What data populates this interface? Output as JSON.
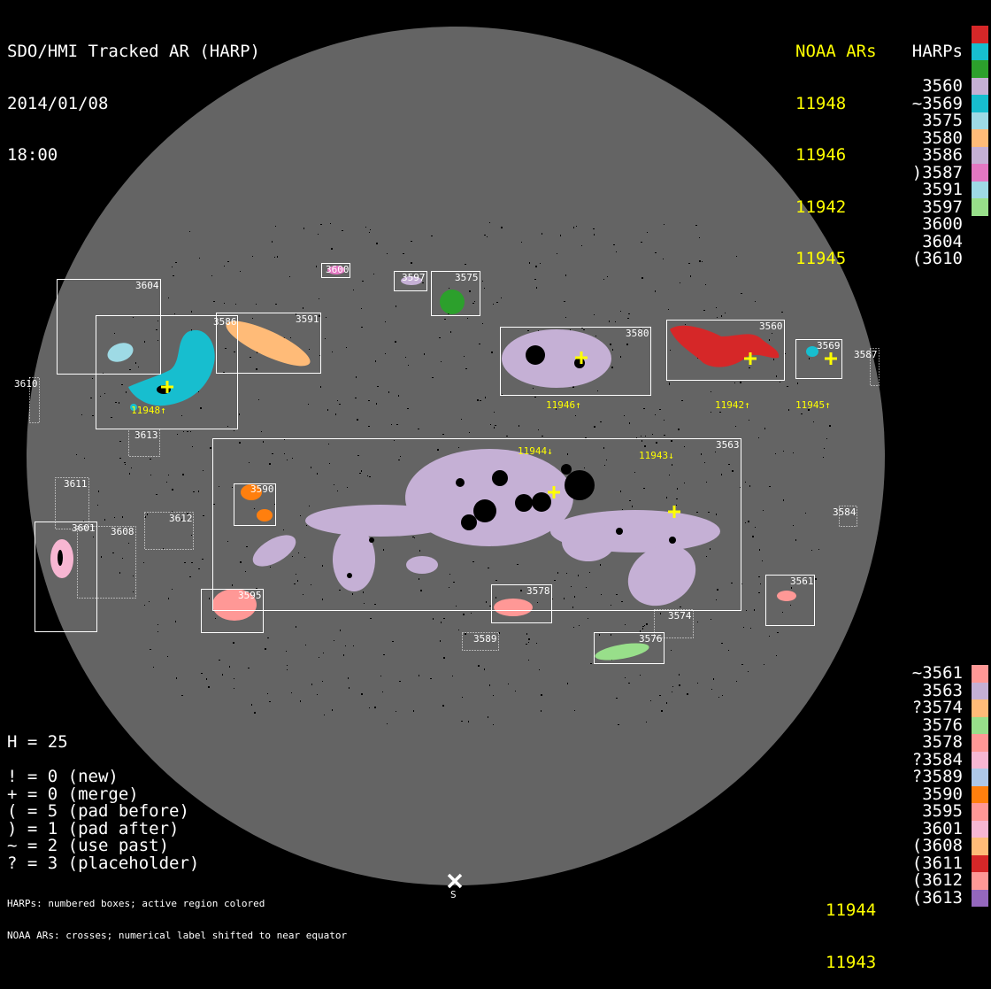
{
  "header": {
    "title": "SDO/HMI Tracked AR (HARP)",
    "date": "2014/01/08",
    "time": "18:00"
  },
  "noaa_legend": {
    "heading": "NOAA ARs",
    "top": [
      "11948",
      "11946",
      "11942",
      "11945"
    ],
    "bottom": [
      "11944",
      "11943"
    ]
  },
  "harps_legend": {
    "heading": "HARPs",
    "top": [
      {
        "label": "3560",
        "color": "#d62728"
      },
      {
        "label": "~3569",
        "color": "#17becf"
      },
      {
        "label": "3575",
        "color": "#2ca02c"
      },
      {
        "label": "3580",
        "color": "#c5b0d5"
      },
      {
        "label": "3586",
        "color": "#17becf"
      },
      {
        "label": ")3587",
        "color": "#9edae5"
      },
      {
        "label": "3591",
        "color": "#ffbb78"
      },
      {
        "label": "3597",
        "color": "#c5b0d5"
      },
      {
        "label": "3600",
        "color": "#e377c2"
      },
      {
        "label": "3604",
        "color": "#9edae5"
      },
      {
        "label": "(3610",
        "color": "#98df8a"
      }
    ],
    "bottom": [
      {
        "label": "~3561",
        "color": "#ff9896"
      },
      {
        "label": "3563",
        "color": "#c5b0d5"
      },
      {
        "label": "?3574",
        "color": "#ffbb78"
      },
      {
        "label": "3576",
        "color": "#98df8a"
      },
      {
        "label": "3578",
        "color": "#ff9896"
      },
      {
        "label": "?3584",
        "color": "#f7b6d2"
      },
      {
        "label": "?3589",
        "color": "#aec7e8"
      },
      {
        "label": "3590",
        "color": "#ff7f0e"
      },
      {
        "label": "3595",
        "color": "#ff9896"
      },
      {
        "label": "3601",
        "color": "#f7b6d2"
      },
      {
        "label": "(3608",
        "color": "#ffbb78"
      },
      {
        "label": "(3611",
        "color": "#d62728"
      },
      {
        "label": "(3612",
        "color": "#ff9896"
      },
      {
        "label": "(3613",
        "color": "#9467bd"
      }
    ]
  },
  "stats": [
    "H = 25",
    "",
    "! = 0 (new)",
    "+ = 0 (merge)",
    "( = 5 (pad before)",
    ") = 1 (pad after)",
    "~ = 2 (use past)",
    "? = 3 (placeholder)"
  ],
  "footnote": [
    "HARPs: numbered boxes; active region colored",
    "NOAA ARs: crosses; numerical label shifted to near equator"
  ],
  "map": {
    "south_label": "S",
    "boxes": [
      "3604",
      "3586",
      "3591",
      "3600",
      "3597",
      "3575",
      "3580",
      "3560",
      "3569",
      "3587",
      "3610",
      "3613",
      "3563",
      "3590",
      "3611",
      "3612",
      "3601",
      "3608",
      "3584",
      "3595",
      "3578",
      "3574",
      "3561",
      "3589",
      "3576"
    ],
    "noaa_labels": [
      "11948↑",
      "11946↑",
      "11942↑",
      "11945↑",
      "11944↓",
      "11943↓"
    ]
  },
  "colors": {
    "disk": "#646464",
    "noaa": "#ffff00",
    "box": "#ffffff"
  }
}
